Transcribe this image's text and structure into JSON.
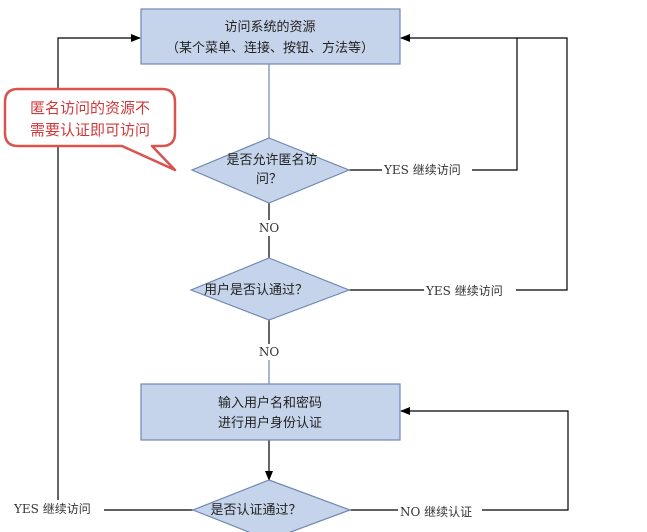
{
  "colors": {
    "node_fill": "#c5d4ea",
    "node_stroke": "#6f89b3",
    "callout_stroke": "#d9534f",
    "callout_text": "#d0393b"
  },
  "nodes": {
    "access_resource": {
      "line1": "访问系统的资源",
      "line2": "（某个菜单、连接、按钮、方法等）"
    },
    "allow_anonymous": {
      "line1": "是否允许匿名访",
      "line2": "问？"
    },
    "user_authenticated": {
      "text": "用户是否认通过？"
    },
    "enter_credentials": {
      "line1": "输入用户名和密码",
      "line2": "进行用户身份认证"
    },
    "auth_passed": {
      "text": "是否认证通过？"
    }
  },
  "edges": {
    "anon_yes": "YES 继续访问",
    "anon_no": "NO",
    "user_yes": "YES 继续访问",
    "user_no": "NO",
    "auth_yes": "YES 继续访问",
    "auth_no": "NO 继续认证"
  },
  "callout": {
    "line1": "匿名访问的资源不",
    "line2": "需要认证即可访问"
  }
}
